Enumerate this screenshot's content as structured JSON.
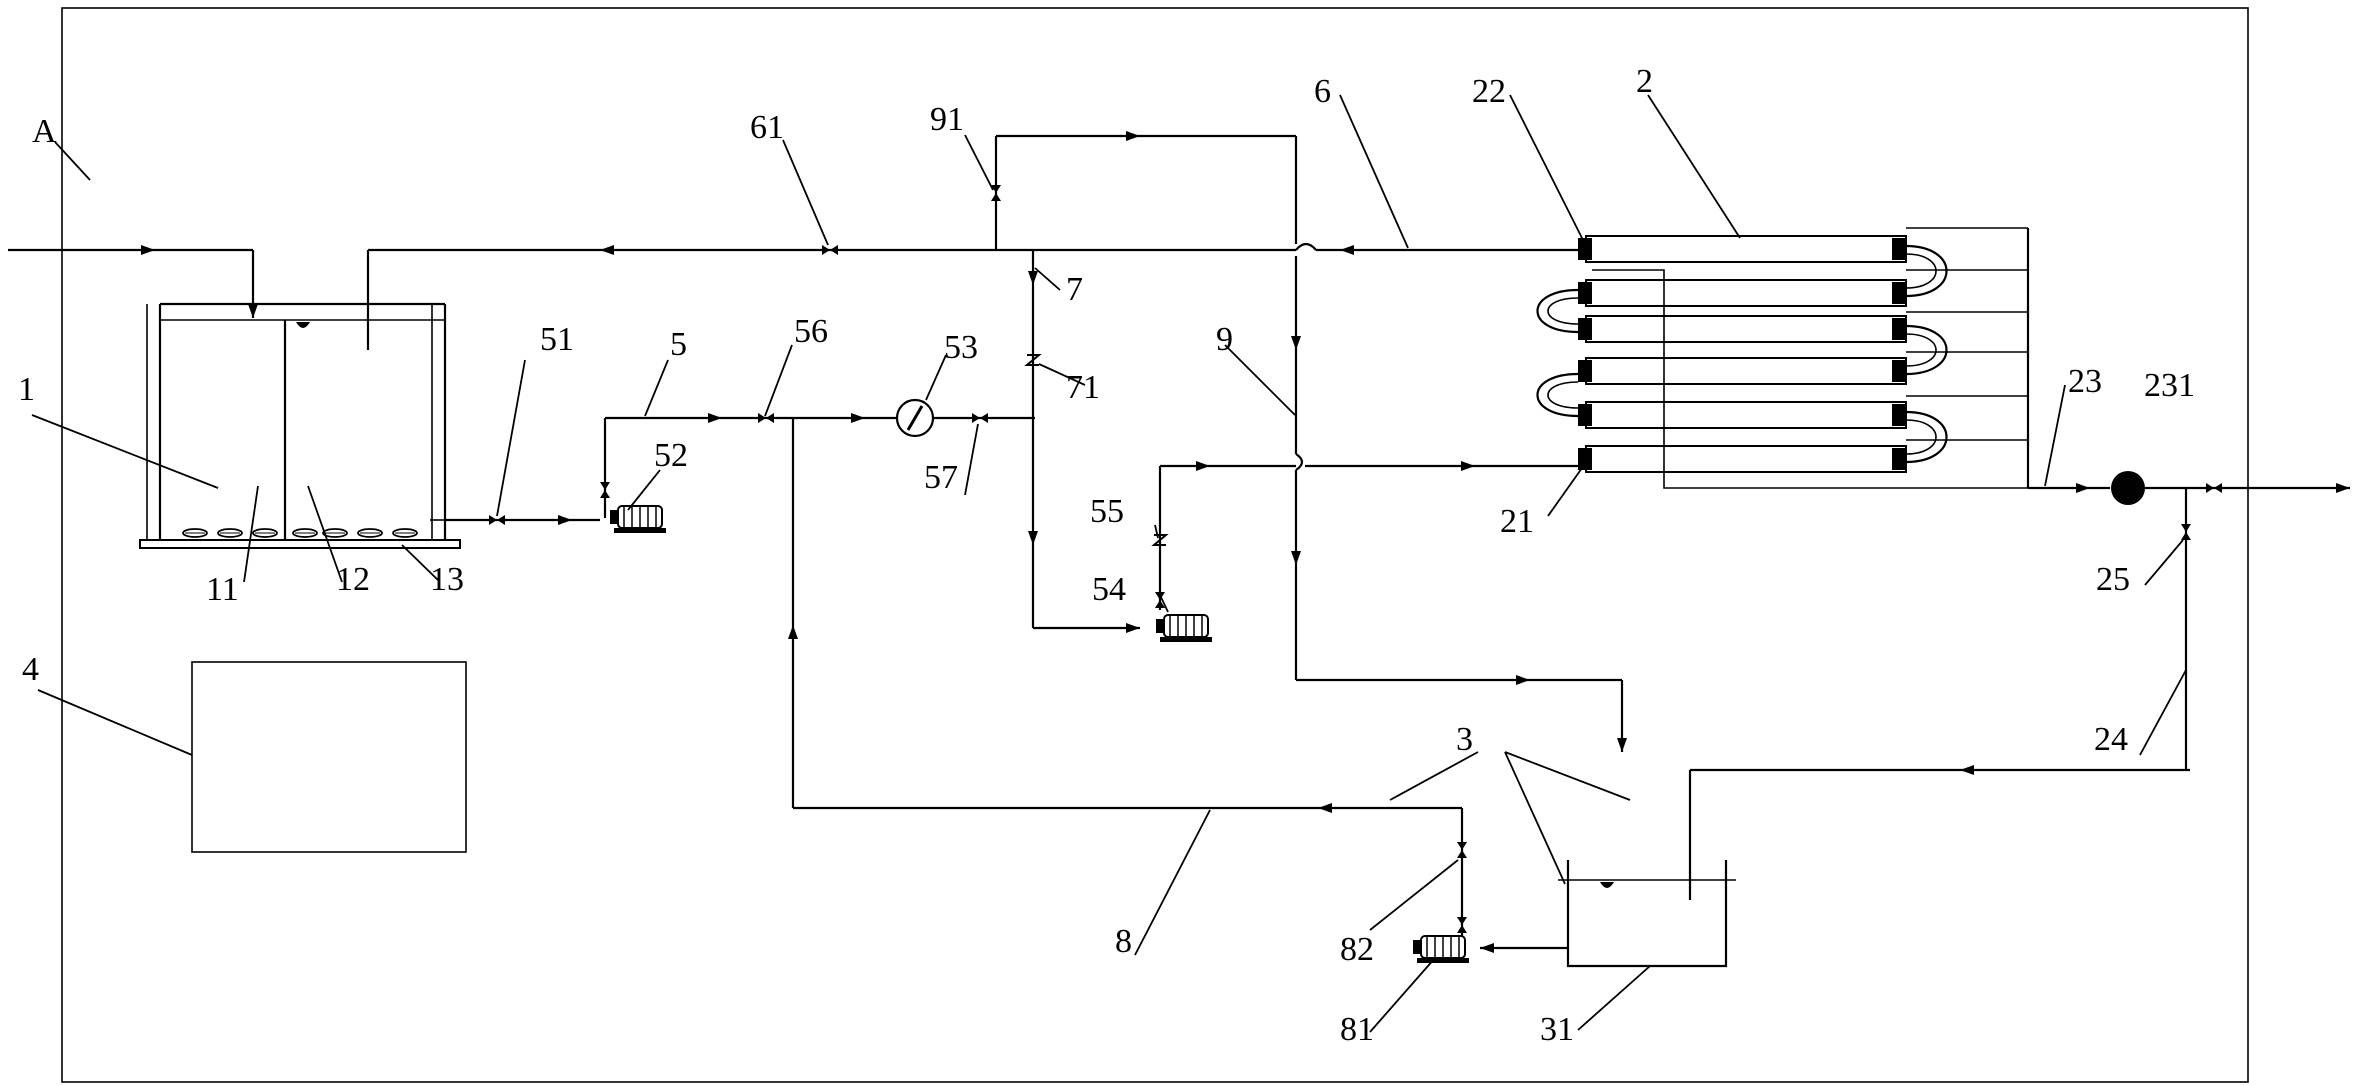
{
  "labels": {
    "A": "A",
    "n1": "1",
    "n2": "2",
    "n3": "3",
    "n4": "4",
    "n5": "5",
    "n6": "6",
    "n7": "7",
    "n8": "8",
    "n9": "9",
    "n11": "11",
    "n12": "12",
    "n13": "13",
    "n21": "21",
    "n22": "22",
    "n23": "23",
    "n231": "231",
    "n24": "24",
    "n25": "25",
    "n31": "31",
    "n51": "51",
    "n52": "52",
    "n53": "53",
    "n54": "54",
    "n55": "55",
    "n56": "56",
    "n57": "57",
    "n61": "61",
    "n71": "71",
    "n81": "81",
    "n82": "82",
    "n91": "91"
  }
}
